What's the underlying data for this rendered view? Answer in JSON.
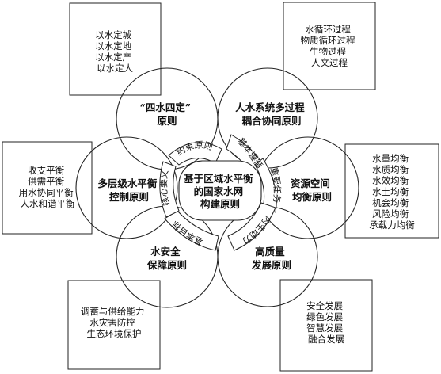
{
  "center": {
    "lines": [
      "基于区域水平衡",
      "的国家水网",
      "构建原则"
    ]
  },
  "principles": {
    "top_left": {
      "lines": [
        "“四水四定”",
        "原则"
      ]
    },
    "top_right": {
      "lines": [
        "人水系统多过程",
        "耦合协同原则"
      ]
    },
    "left": {
      "lines": [
        "多层级水平衡",
        "控制原则"
      ]
    },
    "right": {
      "lines": [
        "资源空间",
        "均衡原则"
      ]
    },
    "bottom_left": {
      "lines": [
        "水安全",
        "保障原则"
      ]
    },
    "bottom_right": {
      "lines": [
        "高质量",
        "发展原则"
      ]
    }
  },
  "connectors": {
    "top": "约束原则",
    "top_right": "基本遵循",
    "right": "重要任务",
    "bottom_right": "内生动力",
    "bottom_left": "基本目标",
    "left": "核心要义"
  },
  "boxes": {
    "top_left": {
      "lines": [
        "以水定城",
        "以水定地",
        "以水定产",
        "以水定人"
      ]
    },
    "top_right": {
      "lines": [
        "水循环过程",
        "物质循环过程",
        "生物过程",
        "人文过程"
      ]
    },
    "left": {
      "lines": [
        "收支平衡",
        "供需平衡",
        "用水协同平衡",
        "人水和谐平衡"
      ]
    },
    "right": {
      "lines": [
        "水量均衡",
        "水质均衡",
        "水效均衡",
        "水土均衡",
        "机会均衡",
        "风险均衡",
        "承载力均衡"
      ]
    },
    "bottom_left": {
      "lines": [
        "调蓄与供给能力",
        "水灾害防控",
        "生态环境保护"
      ]
    },
    "bottom_right": {
      "lines": [
        "安全发展",
        "绿色发展",
        "智慧发展",
        "融合发展"
      ]
    }
  }
}
